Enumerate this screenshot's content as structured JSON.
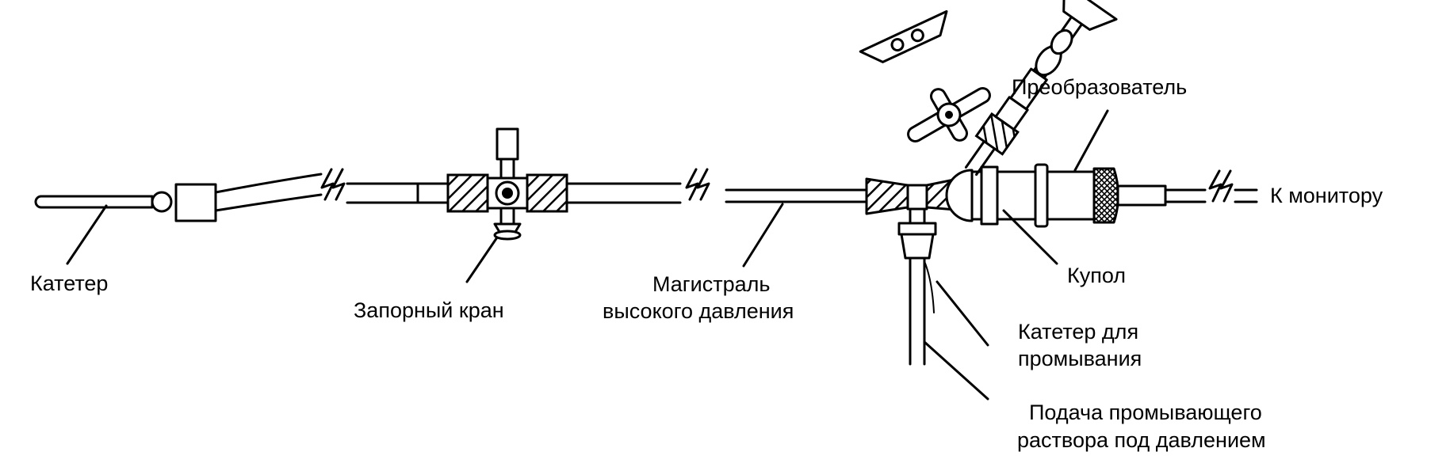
{
  "labels": {
    "catheter": "Катетер",
    "stopcock": "Запорный кран",
    "line_1": "Магистраль",
    "line_2": "высокого давления",
    "transducer": "Преобразователь",
    "dome": "Купол",
    "flush_catheter_1": "Катетер для",
    "flush_catheter_2": "промывания",
    "flush_supply_1": "Подача промывающего",
    "flush_supply_2": "раствора под давлением",
    "to_monitor": "К монитору"
  }
}
